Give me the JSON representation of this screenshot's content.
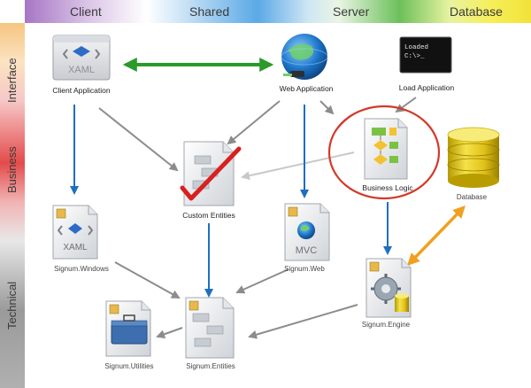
{
  "columns": [
    {
      "label": "Client"
    },
    {
      "label": "Shared"
    },
    {
      "label": "Server"
    },
    {
      "label": "Database"
    }
  ],
  "rows": [
    {
      "label": "Interface"
    },
    {
      "label": "Business"
    },
    {
      "label": "Technical"
    }
  ],
  "nodes": {
    "client_app": {
      "label": "Client Application",
      "icon": "xaml-window-icon",
      "icon_text": "XAML"
    },
    "web_app": {
      "label": "Web Application",
      "icon": "globe-icon"
    },
    "load_app": {
      "label": "Load Application",
      "icon": "console-icon",
      "icon_text_1": "Loaded",
      "icon_text_2": "C:\\>_"
    },
    "custom_entities": {
      "label": "Custom Entities",
      "icon": "checked-document-icon"
    },
    "business_logic": {
      "label": "Business Logic",
      "icon": "flowchart-document-icon"
    },
    "database": {
      "label": "Database",
      "icon": "database-icon"
    },
    "signum_windows": {
      "label": "Signum.Windows",
      "icon": "xaml-document-icon",
      "icon_text": "XAML"
    },
    "signum_web": {
      "label": "Signum.Web",
      "icon": "mvc-document-icon",
      "icon_text": "MVC"
    },
    "signum_engine": {
      "label": "Signum.Engine",
      "icon": "engine-document-icon"
    },
    "signum_utilities": {
      "label": "Signum.Utilities",
      "icon": "toolbox-document-icon"
    },
    "signum_entities": {
      "label": "Signum.Entities",
      "icon": "entities-document-icon"
    }
  },
  "colors": {
    "arrow_gray": "#8c8c8c",
    "arrow_blue": "#1f6fc0",
    "arrow_green": "#2a9a2a",
    "arrow_orange": "#f0a020",
    "arrow_light_gray": "#c8c8c8",
    "highlight_circle": "#d23a2a"
  }
}
